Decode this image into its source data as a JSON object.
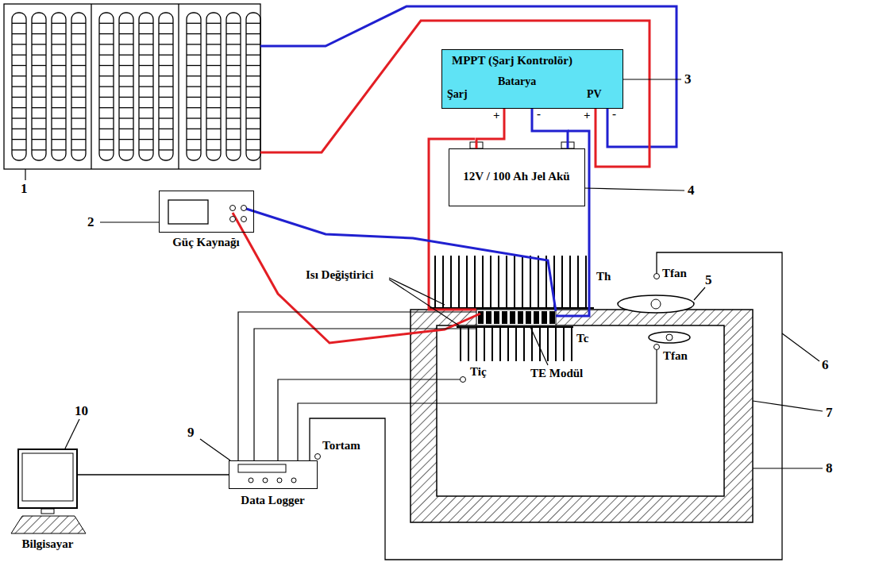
{
  "diagram": {
    "nodes": [
      {
        "text": [
          "MPPT (Şarj Kontrolör)",
          "Şarj",
          "Batarya",
          "PV"
        ]
      },
      {
        "text": [
          "12V / 100 Ah Jel Akü"
        ]
      },
      {
        "text": [
          "Güç Kaynağı"
        ]
      },
      {
        "text": [
          "Data Logger"
        ]
      },
      {
        "text": [
          "Bilgisayar"
        ]
      }
    ],
    "edges": [
      {
        "from": 1,
        "to": 0,
        "arrow": "none"
      },
      {
        "from": 1,
        "to": 0,
        "arrow": "none"
      },
      {
        "from": 3,
        "to": 4,
        "arrow": "none"
      }
    ],
    "labels": [
      "1",
      "3",
      "+",
      "-",
      "+",
      "-",
      "4",
      "2",
      "Isı Değiştirici",
      "Th",
      "Tfan",
      "5",
      "Tc",
      "TE Modül",
      "Tfan",
      "Tiç",
      "6",
      "7",
      "9",
      "Tortam",
      "8",
      "10"
    ]
  }
}
